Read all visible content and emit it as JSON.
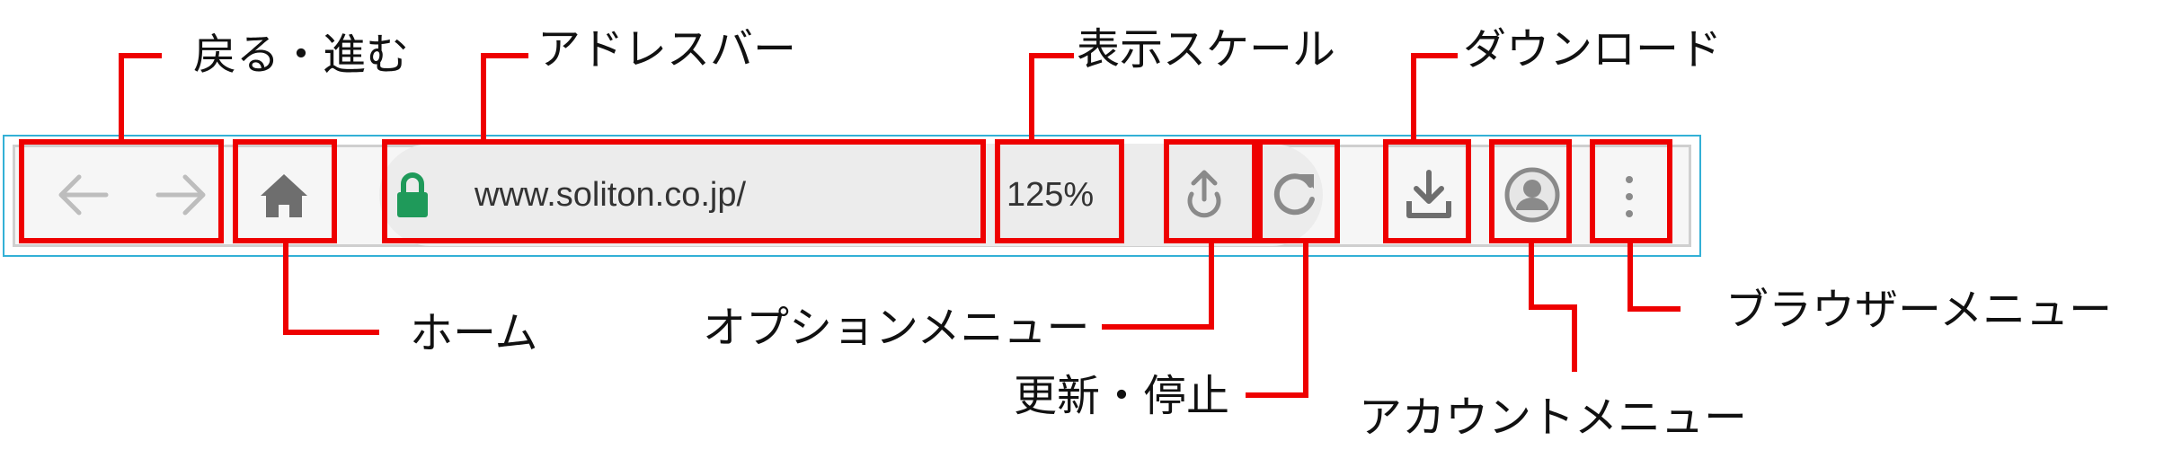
{
  "colors": {
    "highlight": "#ee0000",
    "toolbar_border": "#33b0d6",
    "icon_gray": "#888888",
    "lock_green": "#1f9a5a"
  },
  "toolbar": {
    "url": "www.soliton.co.jp/",
    "zoom": "125%"
  },
  "labels": {
    "back_forward": "戻る・進む",
    "address_bar": "アドレスバー",
    "display_scale": "表示スケール",
    "download": "ダウンロード",
    "home": "ホーム",
    "options_menu": "オプションメニュー",
    "reload_stop": "更新・停止",
    "account_menu": "アカウントメニュー",
    "browser_menu": "ブラウザーメニュー"
  },
  "icons": [
    "back-arrow-icon",
    "forward-arrow-icon",
    "home-icon",
    "lock-icon",
    "share-icon",
    "reload-icon",
    "download-icon",
    "account-icon",
    "kebab-menu-icon"
  ]
}
